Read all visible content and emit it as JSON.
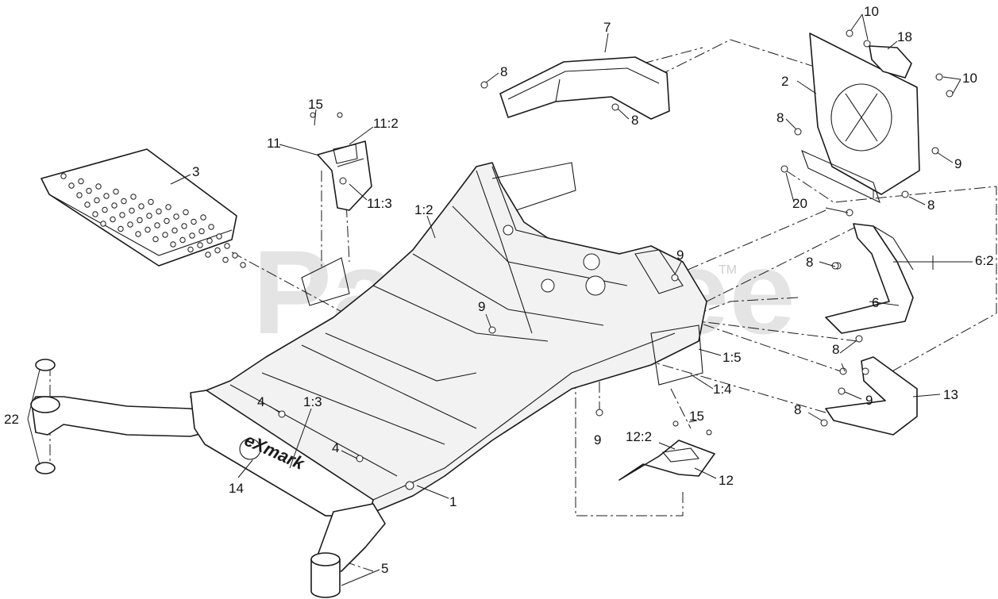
{
  "watermark": {
    "text": "PartsTree",
    "tm": "TM"
  },
  "frame_logo": "eXmark",
  "callouts": [
    {
      "id": "c-7",
      "label": "7"
    },
    {
      "id": "c-10a",
      "label": "10"
    },
    {
      "id": "c-18",
      "label": "18"
    },
    {
      "id": "c-10b",
      "label": "10"
    },
    {
      "id": "c-2",
      "label": "2"
    },
    {
      "id": "c-8a",
      "label": "8"
    },
    {
      "id": "c-8b",
      "label": "8"
    },
    {
      "id": "c-8c",
      "label": "8"
    },
    {
      "id": "c-9a",
      "label": "9"
    },
    {
      "id": "c-8d",
      "label": "8"
    },
    {
      "id": "c-20",
      "label": "20"
    },
    {
      "id": "c-15a",
      "label": "15"
    },
    {
      "id": "c-11-2",
      "label": "11:2"
    },
    {
      "id": "c-11",
      "label": "11"
    },
    {
      "id": "c-11-3",
      "label": "11:3"
    },
    {
      "id": "c-3",
      "label": "3"
    },
    {
      "id": "c-1-2",
      "label": "1:2"
    },
    {
      "id": "c-9b",
      "label": "9"
    },
    {
      "id": "c-8e",
      "label": "8"
    },
    {
      "id": "c-6-2",
      "label": "6:2"
    },
    {
      "id": "c-6",
      "label": "6"
    },
    {
      "id": "c-9c",
      "label": "9"
    },
    {
      "id": "c-1-5",
      "label": "1:5"
    },
    {
      "id": "c-8f",
      "label": "8"
    },
    {
      "id": "c-1-4",
      "label": "1:4"
    },
    {
      "id": "c-9d",
      "label": "9"
    },
    {
      "id": "c-13",
      "label": "13"
    },
    {
      "id": "c-8g",
      "label": "8"
    },
    {
      "id": "c-9e",
      "label": "9"
    },
    {
      "id": "c-22",
      "label": "22"
    },
    {
      "id": "c-4a",
      "label": "4"
    },
    {
      "id": "c-1-3",
      "label": "1:3"
    },
    {
      "id": "c-4b",
      "label": "4"
    },
    {
      "id": "c-14",
      "label": "14"
    },
    {
      "id": "c-1",
      "label": "1"
    },
    {
      "id": "c-15b",
      "label": "15"
    },
    {
      "id": "c-12-2",
      "label": "12:2"
    },
    {
      "id": "c-12",
      "label": "12"
    },
    {
      "id": "c-5",
      "label": "5"
    }
  ]
}
